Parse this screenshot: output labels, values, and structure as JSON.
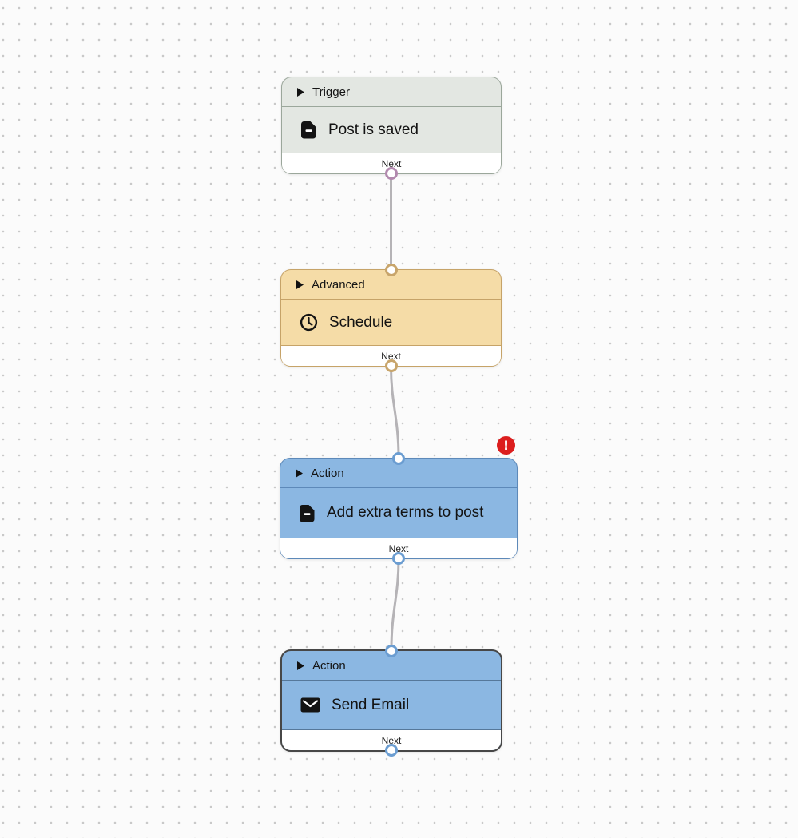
{
  "canvas": {
    "background_color": "#fbfbfb",
    "dot_color": "#c9c9c9"
  },
  "edge_color": "#b5b3b6",
  "nodes": [
    {
      "id": "trigger-post-is-saved",
      "category_label": "Trigger",
      "title": "Post is saved",
      "icon": "document-icon",
      "next_label": "Next",
      "has_input_port": false,
      "has_output_port": true,
      "colors": {
        "fill": "#e3e7e2",
        "border": "#9ba79b",
        "divider": "#9ba79b",
        "port": "#b289ae"
      }
    },
    {
      "id": "advanced-schedule",
      "category_label": "Advanced",
      "title": "Schedule",
      "icon": "clock-icon",
      "next_label": "Next",
      "has_input_port": true,
      "has_output_port": true,
      "colors": {
        "fill": "#f5dca7",
        "border": "#c6a368",
        "divider": "#c6a368",
        "port": "#c8a56b"
      }
    },
    {
      "id": "action-add-extra-terms",
      "category_label": "Action",
      "title": "Add extra terms to post",
      "icon": "document-icon",
      "next_label": "Next",
      "has_input_port": true,
      "has_output_port": true,
      "has_error": true,
      "colors": {
        "fill": "#8bb7e2",
        "border": "#5d89b9",
        "divider": "#5d89b9",
        "port": "#6b9dd1"
      }
    },
    {
      "id": "action-send-email",
      "category_label": "Action",
      "title": "Send Email",
      "icon": "envelope-icon",
      "next_label": "Next",
      "has_input_port": true,
      "has_output_port": true,
      "selected": true,
      "colors": {
        "fill": "#8bb7e2",
        "border": "#474747",
        "divider": "#56789a",
        "port": "#6b9dd1"
      }
    }
  ],
  "edges": [
    {
      "from": "trigger-post-is-saved",
      "to": "advanced-schedule"
    },
    {
      "from": "advanced-schedule",
      "to": "action-add-extra-terms"
    },
    {
      "from": "action-add-extra-terms",
      "to": "action-send-email"
    }
  ],
  "error_badge": {
    "glyph": "!",
    "color": "#dc1e1e"
  }
}
